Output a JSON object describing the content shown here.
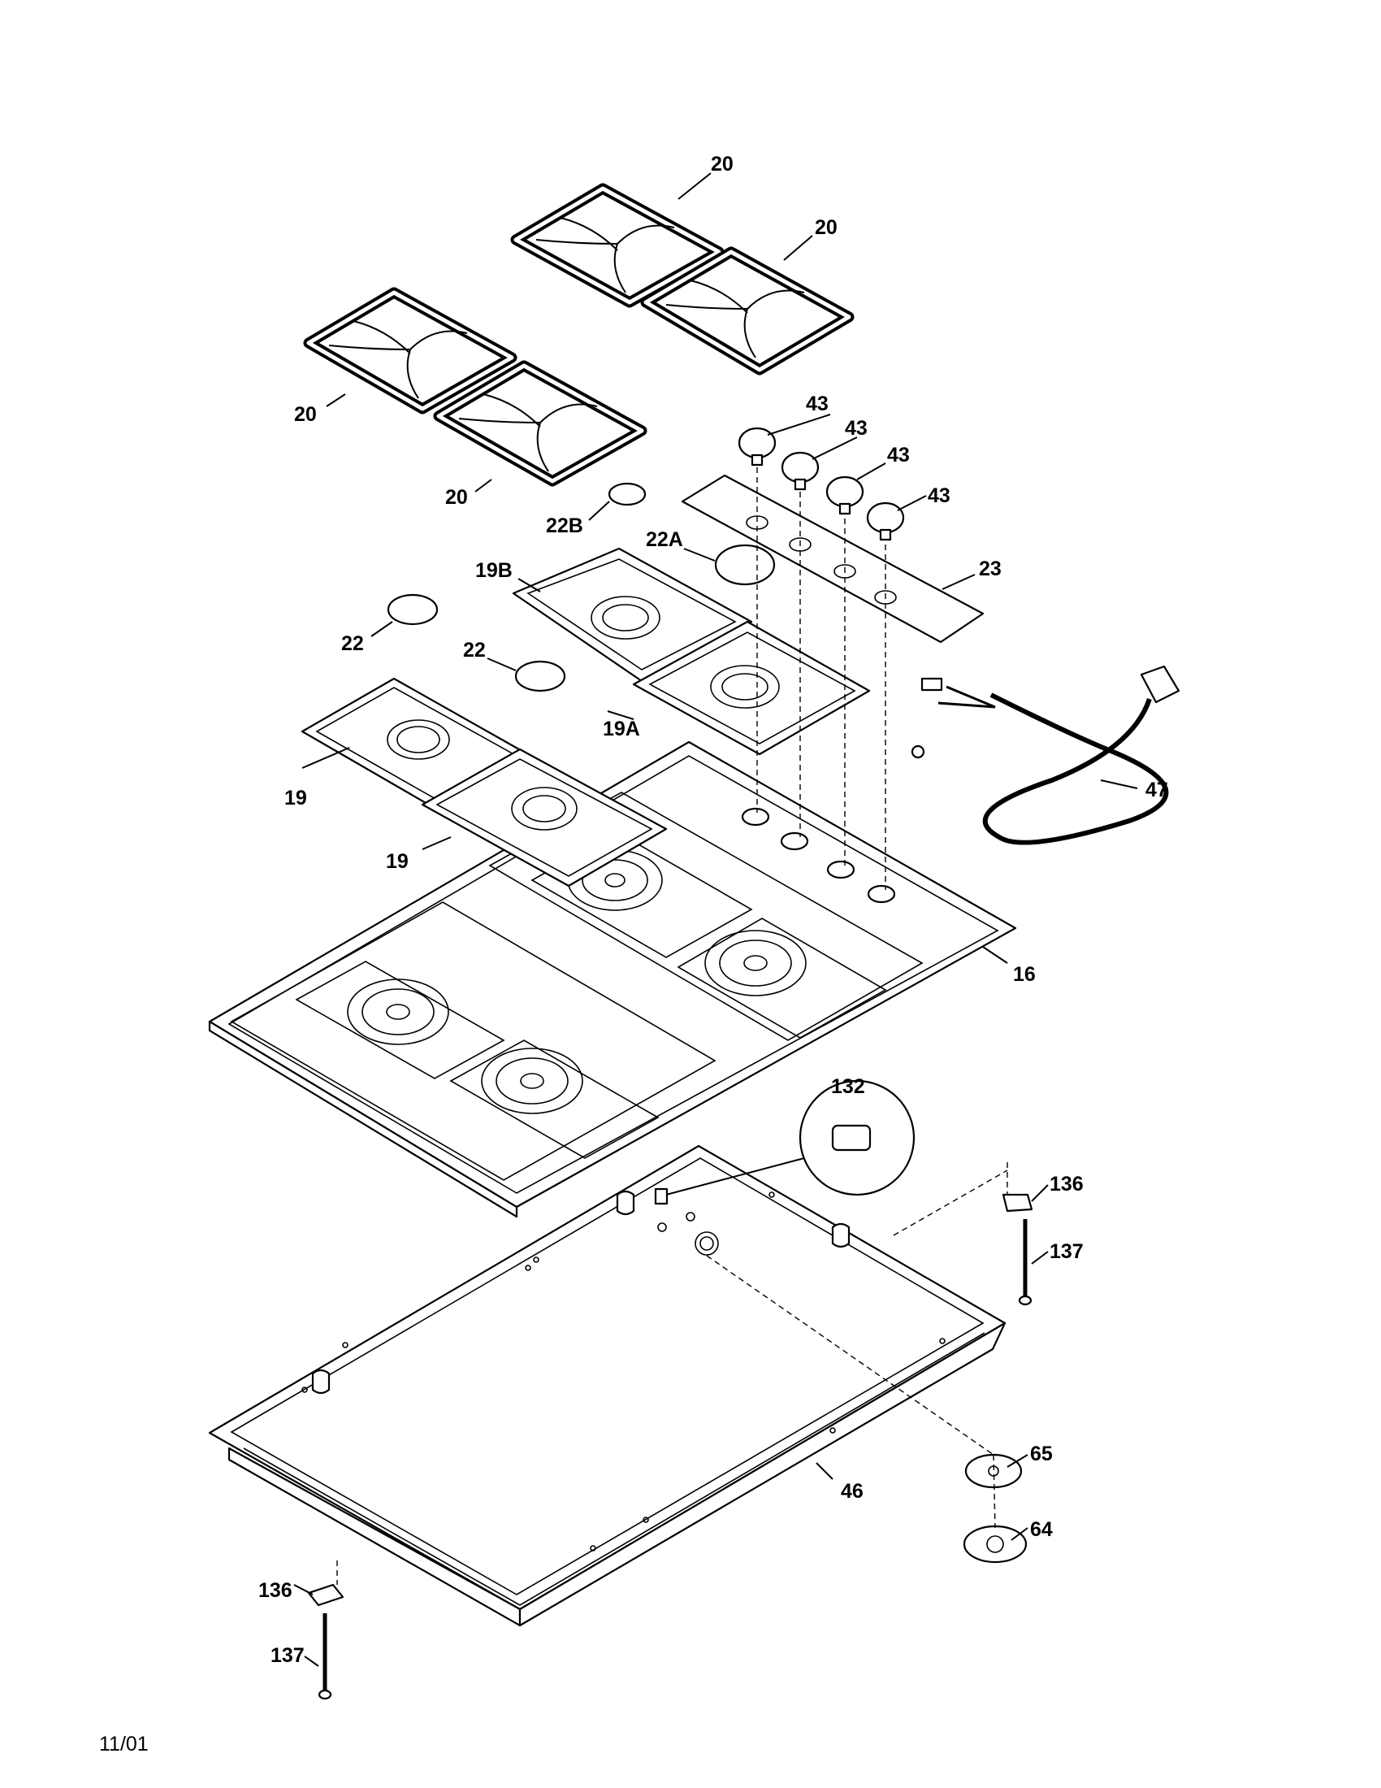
{
  "diagram": {
    "part_labels": {
      "grate_back_left": "20",
      "grate_back_right": "20",
      "grate_front_left": "20",
      "grate_front_right": "20",
      "knob_1": "43",
      "knob_2": "43",
      "knob_3": "43",
      "knob_4": "43",
      "cap_22b": "22B",
      "cap_22a": "22A",
      "panel_23": "23",
      "drip_pan_19b": "19B",
      "drip_pan_19a": "19A",
      "cap_22_left": "22",
      "cap_22_mid": "22",
      "drip_pan_19_back": "19",
      "drip_pan_19_front": "19",
      "cord_47": "47",
      "cooktop_16": "16",
      "detail_132": "132",
      "bracket_136_right": "136",
      "screw_137_right": "137",
      "base_46": "46",
      "grommet_65": "65",
      "grommet_64": "64",
      "bracket_136_left": "136",
      "screw_137_left": "137"
    },
    "footer_date": "11/01"
  }
}
